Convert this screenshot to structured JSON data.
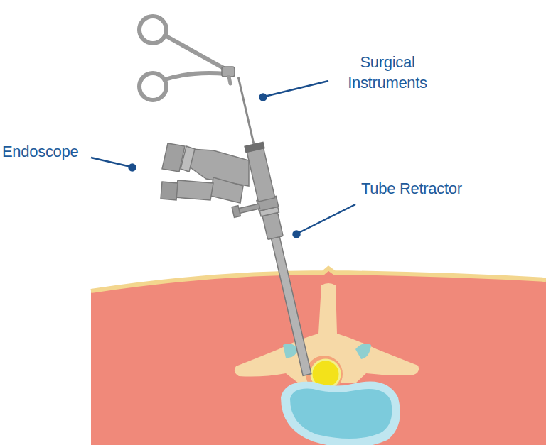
{
  "diagram": {
    "labels": [
      "Surgical Instruments",
      "Endoscope",
      "Tube Retractor"
    ]
  }
}
